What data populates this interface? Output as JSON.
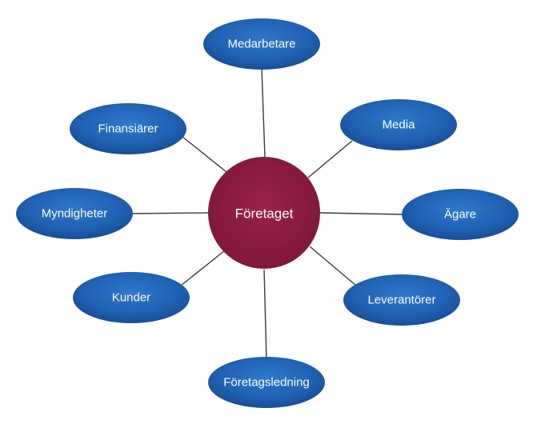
{
  "colors": {
    "center_fill": "#8b1a3e",
    "node_fill": "#1f5fb0",
    "node_shadow": "#0d3a7a",
    "connector": "#3a3a44",
    "text": "#ffffff"
  },
  "center": {
    "label": "Företaget"
  },
  "stakeholders": [
    {
      "key": "medarbetare",
      "label": "Medarbetare"
    },
    {
      "key": "media",
      "label": "Media"
    },
    {
      "key": "agare",
      "label": "Ägare"
    },
    {
      "key": "leverantorer",
      "label": "Leverantörer"
    },
    {
      "key": "foretagsledning",
      "label": "Företagsledning"
    },
    {
      "key": "kunder",
      "label": "Kunder"
    },
    {
      "key": "myndigheter",
      "label": "Myndigheter"
    },
    {
      "key": "finansiarer",
      "label": "Finansiärer"
    }
  ]
}
